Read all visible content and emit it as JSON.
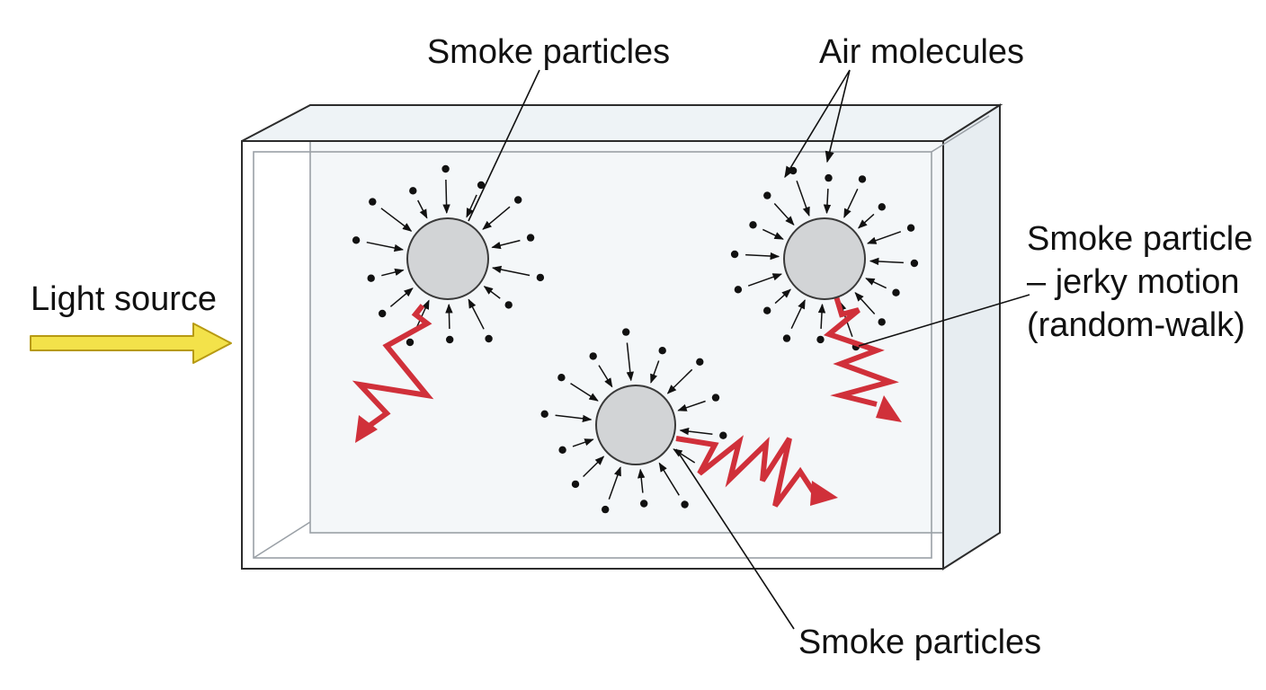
{
  "labels": {
    "smoke_particles_top": "Smoke particles",
    "air_molecules": "Air molecules",
    "smoke_particle_motion_line1": "Smoke particle",
    "smoke_particle_motion_line2": "– jerky motion",
    "smoke_particle_motion_line3": "(random-walk)",
    "light_source": "Light source",
    "smoke_particles_bottom": "Smoke particles"
  },
  "colors": {
    "particle_fill": "#d2d4d6",
    "particle_stroke": "#3a3a3a",
    "molecule": "#111111",
    "motion_path": "#d0303a",
    "light_arrow_fill": "#f3e24a",
    "light_arrow_stroke": "#b79a12",
    "glass_tint": "#eef3f6"
  },
  "particles": [
    {
      "id": "left",
      "molecules": 14,
      "motion": "random-walk"
    },
    {
      "id": "right",
      "molecules": 16,
      "motion": "random-walk"
    },
    {
      "id": "bottom",
      "molecules": 14,
      "motion": "random-walk"
    }
  ]
}
